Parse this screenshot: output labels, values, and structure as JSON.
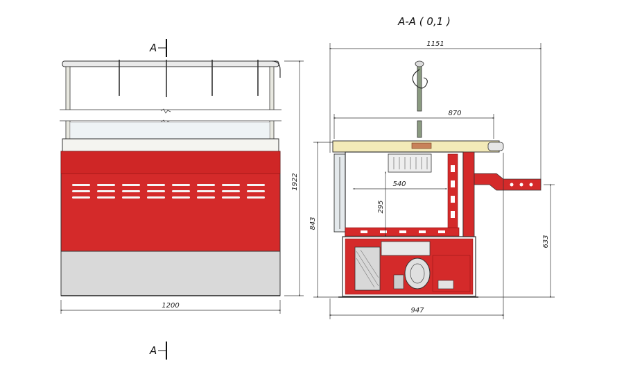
{
  "section_title": "A-A ( 0,1 )",
  "section_marker": "A",
  "front_view": {
    "width": "1200",
    "height": "1922"
  },
  "side_view": {
    "overall_width": "1151",
    "tray_width": "870",
    "inner_width": "540",
    "inner_depth": "295",
    "cabinet_height": "843",
    "counter_height": "633",
    "base_width": "947"
  },
  "colors": {
    "body_red": "#d42a2a",
    "dark_red": "#b01d1d",
    "panel_gray": "#d9d9d9",
    "glass": "#eef3f5",
    "top_cream": "#f3eab8"
  }
}
